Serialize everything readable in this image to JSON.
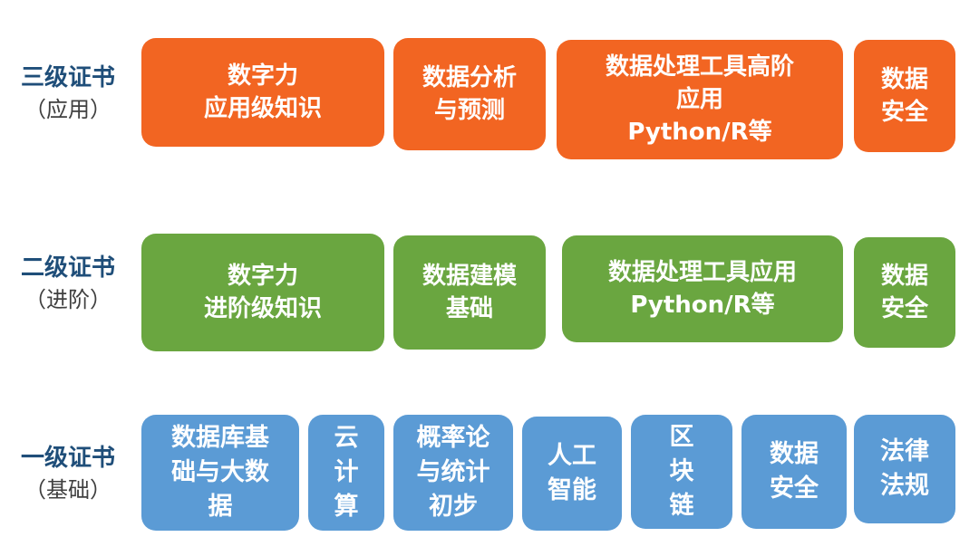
{
  "colors": {
    "level3": "#f26522",
    "level2": "#6aa640",
    "level1": "#5b9bd5",
    "label": "#1f4e79"
  },
  "levels": [
    {
      "name": "三级证书",
      "sub": "（应用）",
      "boxes": [
        "数字力\n应用级知识",
        "数据分析\n与预测",
        "数据处理工具高阶\n应用\nPython/R等",
        "数据\n安全"
      ]
    },
    {
      "name": "二级证书",
      "sub": "（进阶）",
      "boxes": [
        "数字力\n进阶级知识",
        "数据建模\n基础",
        "数据处理工具应用\nPython/R等",
        "数据\n安全"
      ]
    },
    {
      "name": "一级证书",
      "sub": "（基础）",
      "boxes": [
        "数据库基\n础与大数\n据",
        "云\n计\n算",
        "概率论\n与统计\n初步",
        "人工\n智能",
        "区\n块\n链",
        "数据\n安全",
        "法律\n法规"
      ]
    }
  ]
}
